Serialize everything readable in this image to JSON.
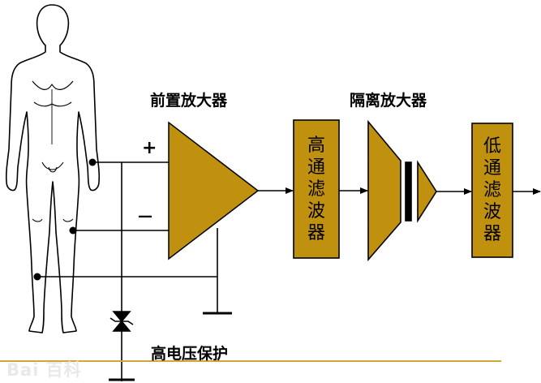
{
  "labels": {
    "preamp": "前置放大器",
    "isolation_amp": "隔离放大器",
    "hv_protection": "高电压保护"
  },
  "blocks": {
    "high_pass": [
      "高",
      "通",
      "滤",
      "波",
      "器"
    ],
    "low_pass": [
      "低",
      "通",
      "滤",
      "波",
      "器"
    ]
  },
  "signs": {
    "plus": "+",
    "minus": "—"
  },
  "colors": {
    "block_fill": "#c0900f",
    "line": "#000000",
    "baseline": "#d4a63a"
  },
  "watermark": "Bai 百科"
}
